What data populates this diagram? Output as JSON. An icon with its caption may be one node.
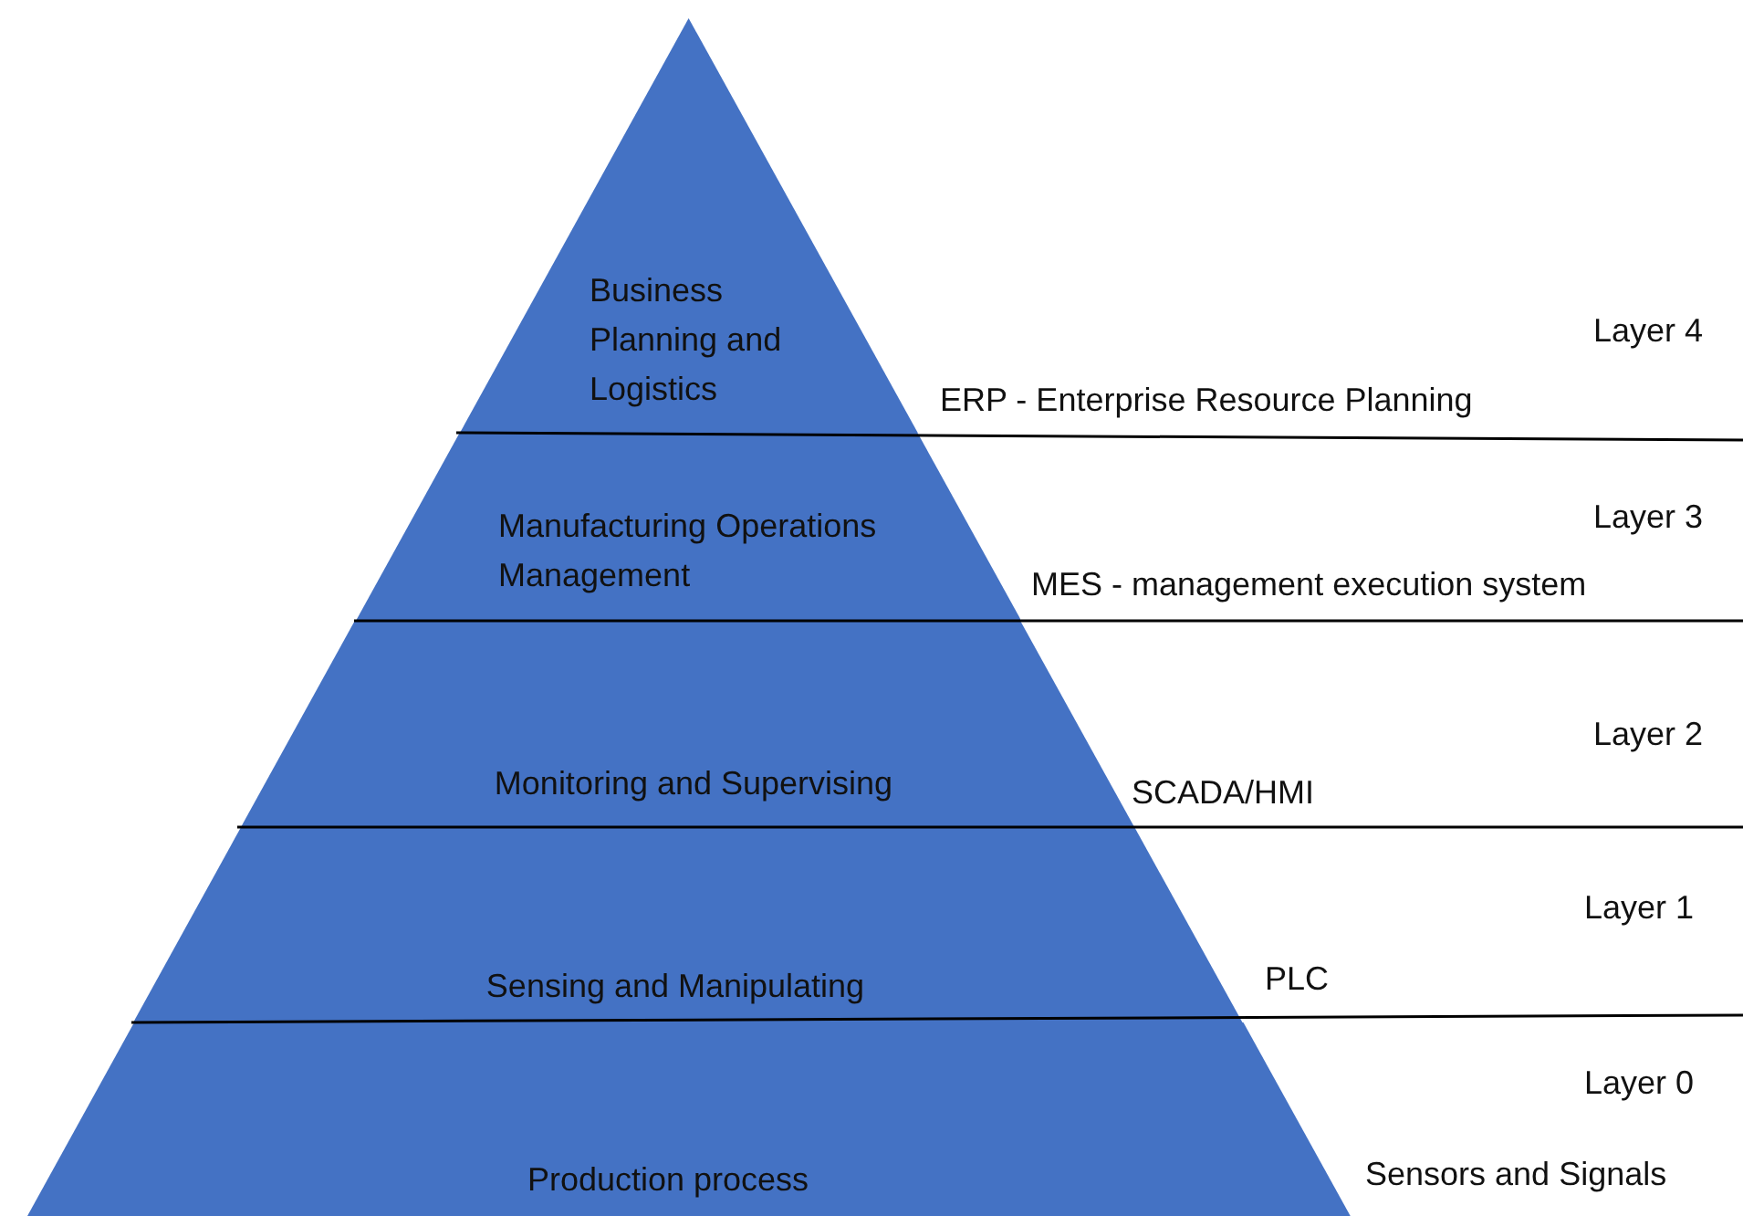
{
  "diagram": {
    "nodes": [
      {
        "text": [
          "Business Planning and Logistics"
        ],
        "beside": [
          "ERP - Enterprise Resource Planning"
        ]
      },
      {
        "text": [
          "Manufacturing Operations Management"
        ],
        "beside": [
          "MES - management execution system"
        ]
      },
      {
        "text": [
          "Monitoring and Supervising"
        ],
        "beside": [
          "SCADA/HMI"
        ]
      },
      {
        "text": [
          "Sensing and Manipulating"
        ],
        "beside": [
          "PLC"
        ]
      },
      {
        "text": [
          "Production process"
        ],
        "beside": [
          "Sensors and Signals"
        ]
      }
    ],
    "labels": [
      "Layer 4",
      "Layer 3",
      "Layer 2",
      "Layer 1",
      "Layer 0"
    ]
  }
}
